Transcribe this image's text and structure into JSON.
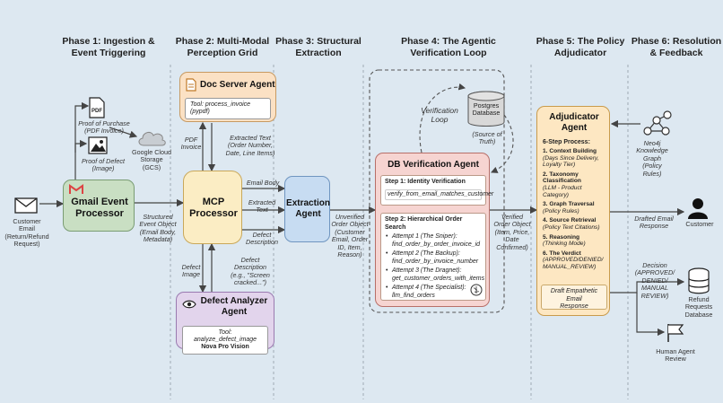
{
  "phases": {
    "p1": [
      "Phase 1: Ingestion &",
      "Event Triggering"
    ],
    "p2": [
      "Phase 2: Multi-Modal",
      "Perception Grid"
    ],
    "p3": [
      "Phase 3: Structural",
      "Extraction"
    ],
    "p4": [
      "Phase 4: The Agentic",
      "Verification Loop"
    ],
    "p5": [
      "Phase 5: The Policy",
      "Adjudicator"
    ],
    "p6": [
      "Phase 6: Resolution",
      "& Feedback"
    ]
  },
  "customer_email": [
    "Customer",
    "Email",
    "(Return/Refund",
    "Request)"
  ],
  "proof_purchase": [
    "Proof of Purchase",
    "(PDF Invoice)"
  ],
  "proof_defect": [
    "Proof of Defect",
    "(Image)"
  ],
  "gcs": [
    "Google Cloud",
    "Storage",
    "(GCS)"
  ],
  "pdf_badge": "PDF",
  "gmail_processor": [
    "Gmail Event",
    "Processor"
  ],
  "structured_event": [
    "Structured",
    "Event Object",
    "(Email Body,",
    "Metadata)"
  ],
  "doc_server": {
    "title": "Doc Server Agent",
    "tool": "Tool: process_invoice (pypdf)"
  },
  "pdf_invoice": [
    "PDF",
    "Invoice"
  ],
  "extracted_text": [
    "Extracted Text",
    "(Order Number,",
    "Date, Line Items)"
  ],
  "mcp": [
    "MCP",
    "Processor"
  ],
  "email_body": "Email Body",
  "extracted_text2": [
    "Extracted",
    "Text"
  ],
  "defect_description": [
    "Defect",
    "Description"
  ],
  "defect_image": [
    "Defect",
    "Image"
  ],
  "defect_desc2": [
    "Defect",
    "Description",
    "(e.g., \"Screen",
    "cracked...\")"
  ],
  "defect_agent": {
    "title": [
      "Defect Analyzer",
      "Agent"
    ],
    "tool": "Tool: analyze_defect_image",
    "tool2": "Nova Pro Vision"
  },
  "extraction_agent": [
    "Extraction",
    "Agent"
  ],
  "unverified_order": [
    "Unverified",
    "Order Object",
    "(Customer",
    "Email, Order",
    "ID, Item,",
    "Reason)"
  ],
  "verification_loop": [
    "Verification",
    "Loop"
  ],
  "postgres": [
    "Postgres",
    "Database"
  ],
  "source_truth": [
    "(Source of",
    "Truth)"
  ],
  "db_agent": {
    "title": "DB Verification Agent",
    "step1": "Step 1: Identity Verification",
    "step1_fn": "verify_from_email_matches_customer",
    "step2": "Step 2: Hierarchical Order Search",
    "attempts": [
      [
        "Attempt 1 (The Sniper):",
        "find_order_by_order_invoice_id"
      ],
      [
        "Attempt 2 (The Backup):",
        "find_order_by_invoice_number"
      ],
      [
        "Attempt 3 (The Dragnet):",
        "get_customer_orders_with_items"
      ],
      [
        "Attempt 4 (The Specialist):",
        "llm_find_orders"
      ]
    ]
  },
  "verified_order": [
    "Verified",
    "Order Object",
    "(Item, Price,",
    "Date",
    "Confirmed)"
  ],
  "adjudicator": {
    "title": [
      "Adjudicator",
      "Agent"
    ],
    "process": "6-Step Process:",
    "steps": [
      [
        "1. Context Building",
        "(Days Since Delivery,",
        "Loyalty Tier)"
      ],
      [
        "2. Taxonomy Classification",
        "(LLM - Product Category)"
      ],
      [
        "3. Graph Traversal",
        "(Policy Rules)"
      ],
      [
        "4. Source Retrieval",
        "(Policy Text Citations)"
      ],
      [
        "5. Reasoning",
        "(Thinking Mode)"
      ],
      [
        "6. The Verdict",
        "(APPROVED/DENIED/",
        "MANUAL_REVIEW)"
      ]
    ],
    "draft": [
      "Draft Empathetic Email",
      "Response"
    ]
  },
  "neo4j": [
    "Neo4j",
    "Knowledge",
    "Graph",
    "(Policy",
    "Rules)"
  ],
  "drafted_email": [
    "Drafted Email",
    "Response"
  ],
  "customer": "Customer",
  "decision": [
    "Decision",
    "(APPROVED/",
    "DENIED/",
    "MANUAL",
    "REVIEW)"
  ],
  "refund_db": [
    "Refund",
    "Requests",
    "Database"
  ],
  "human_review": [
    "Human Agent",
    "Review"
  ],
  "colors": {
    "gmail": "#c9dfc3",
    "doc": "#fbe1c4",
    "mcp": "#fbedc4",
    "defect": "#e2d4ec",
    "extraction": "#c7dcf2",
    "db": "#f6d4d1",
    "adjudicator": "#fde7c2",
    "background": "#dde8f1"
  }
}
